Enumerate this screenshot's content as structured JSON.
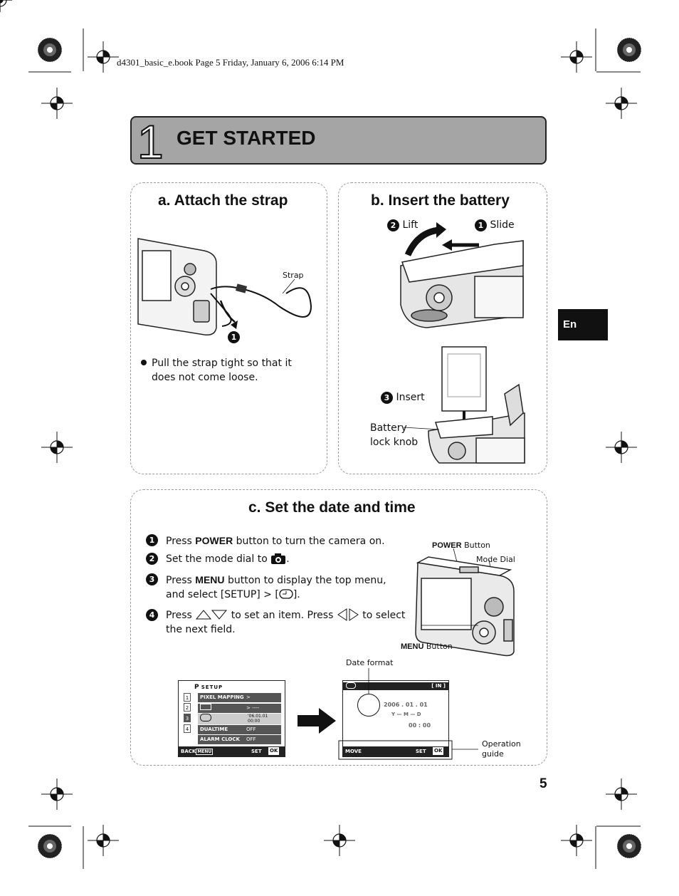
{
  "header": {
    "line": "d4301_basic_e.book  Page 5  Friday, January 6, 2006  6:14 PM"
  },
  "banner": {
    "number": "1",
    "title": "GET STARTED"
  },
  "side_tab": "En",
  "page_number": "5",
  "section_a": {
    "title": "a. Attach the strap",
    "strap_label": "Strap",
    "step_marker": "1",
    "bullet": "Pull the strap tight so that it does not come loose."
  },
  "section_b": {
    "title": "b. Insert the battery",
    "lift_num": "2",
    "lift": "Lift",
    "slide_num": "1",
    "slide": "Slide",
    "insert_num": "3",
    "insert": "Insert",
    "knob_line1": "Battery",
    "knob_line2": "lock knob"
  },
  "section_c": {
    "title": "c. Set the date and time",
    "steps": [
      {
        "num": "1",
        "pre": "Press ",
        "key": "POWER",
        "post": " button to turn the camera on."
      },
      {
        "num": "2",
        "pre": "Set the mode dial to ",
        "post": "."
      },
      {
        "num": "3",
        "pre": "Press ",
        "key": "MENU",
        "post": " button to display the top menu,",
        "line2": "and select [SETUP] > [",
        "line2_end": "]."
      },
      {
        "num": "4",
        "pre": "Press ",
        "mid": " to set an item. Press ",
        "post": " to select",
        "line2": "the next field."
      }
    ],
    "power_button_key": "POWER",
    "power_button_word": "Button",
    "mode_dial": "Mode Dial",
    "menu_button_key": "MENU",
    "menu_button_word": "Button",
    "date_format": "Date format",
    "operation_guide_1": "Operation",
    "operation_guide_2": "guide",
    "setup_screen": {
      "mode": "P",
      "title": "SETUP",
      "tabs": [
        "1",
        "2",
        "3",
        "4"
      ],
      "rows": [
        {
          "label": "PIXEL MAPPING",
          "value": ">"
        },
        {
          "label": "",
          "value": "> ----"
        },
        {
          "label": "",
          "value": "'06.01.01 00:00"
        },
        {
          "label": "DUALTIME",
          "value": "OFF"
        },
        {
          "label": "ALARM CLOCK",
          "value": "OFF"
        }
      ],
      "back": "BACK",
      "back_key": "MENU",
      "set": "SET",
      "ok": "OK"
    },
    "date_screen": {
      "indicator": "[ IN ]",
      "date": "2006 . 01 . 01",
      "ymd": "Y  —  M  —  D",
      "time": "00 : 00",
      "move": "MOVE",
      "set": "SET",
      "ok": "OK"
    }
  }
}
